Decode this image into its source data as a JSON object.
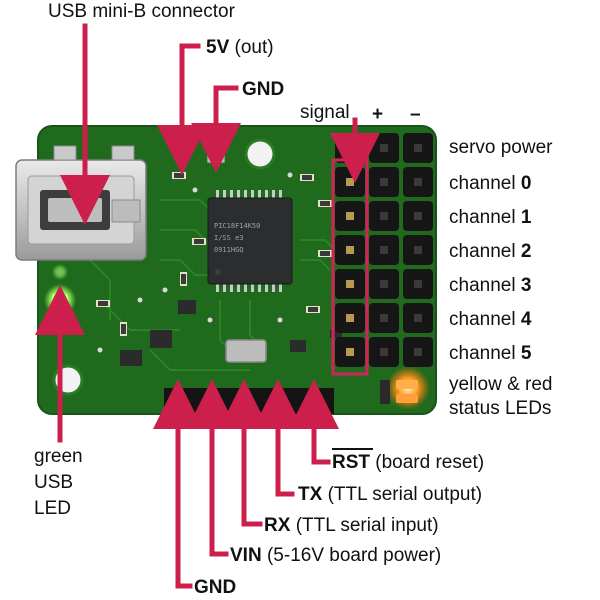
{
  "labels": {
    "usb_connector": "USB mini-B connector",
    "five_v_pin": "5V",
    "five_v_suffix": "(out)",
    "gnd_top": "GND",
    "signal": "signal",
    "plus": "+",
    "minus": "–",
    "servo_power": "servo power",
    "channel_prefix": "channel",
    "channels": [
      "0",
      "1",
      "2",
      "3",
      "4",
      "5"
    ],
    "status_leds_line1": "yellow & red",
    "status_leds_line2": "status LEDs",
    "green_led_line1": "green",
    "green_led_line2": "USB",
    "green_led_line3": "LED",
    "rst_pin": "RST",
    "rst_desc": "(board reset)",
    "tx_pin": "TX",
    "tx_desc": "(TTL serial output)",
    "rx_pin": "RX",
    "rx_desc": "(TTL serial input)",
    "vin_pin": "VIN",
    "vin_desc": "(5-16V board power)",
    "gnd_bottom": "GND"
  },
  "chip_markings": {
    "line1": "PIC18F14K50",
    "line2": "I/SS e3",
    "line3": "0911HGQ"
  },
  "colors": {
    "board": "#1f6a1c",
    "arrow": "#cc1f4c",
    "signal_box": "#d0245a",
    "header_pin": "#111111",
    "led_green": "#9cff5a",
    "led_amber": "#ff9a1e"
  }
}
